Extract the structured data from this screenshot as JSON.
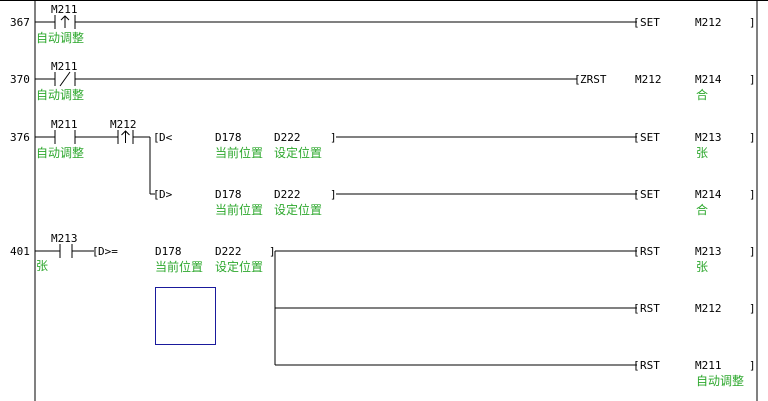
{
  "rungs": [
    {
      "step": "367",
      "contact": {
        "device": "M211",
        "comment": "自动调整",
        "type": "rising-edge"
      },
      "output": {
        "instr": "SET",
        "device": "M212",
        "comment": ""
      }
    },
    {
      "step": "370",
      "contact": {
        "device": "M211",
        "comment": "自动调整",
        "type": "normally-closed"
      },
      "output": {
        "instr": "ZRST",
        "device1": "M212",
        "device2": "M214",
        "comment2": "合"
      }
    },
    {
      "step": "376",
      "contact": {
        "device": "M211",
        "comment": "自动调整",
        "type": "normally-open"
      },
      "contact2": {
        "device": "M212",
        "type": "rising-edge"
      },
      "branches": [
        {
          "compare": {
            "op": "D<",
            "arg1": "D178",
            "arg1_comment": "当前位置",
            "arg2": "D222",
            "arg2_comment": "设定位置"
          },
          "output": {
            "instr": "SET",
            "device": "M213",
            "comment": "张"
          }
        },
        {
          "compare": {
            "op": "D>",
            "arg1": "D178",
            "arg1_comment": "当前位置",
            "arg2": "D222",
            "arg2_comment": "设定位置"
          },
          "output": {
            "instr": "SET",
            "device": "M214",
            "comment": "合"
          }
        }
      ]
    },
    {
      "step": "401",
      "contact": {
        "device": "M213",
        "comment": "张",
        "type": "normally-open"
      },
      "compare": {
        "op": "D>=",
        "arg1": "D178",
        "arg1_comment": "当前位置",
        "arg2": "D222",
        "arg2_comment": "设定位置"
      },
      "outputs": [
        {
          "instr": "RST",
          "device": "M213",
          "comment": "张"
        },
        {
          "instr": "RST",
          "device": "M212",
          "comment": ""
        },
        {
          "instr": "RST",
          "device": "M211",
          "comment": "自动调整"
        }
      ]
    }
  ]
}
